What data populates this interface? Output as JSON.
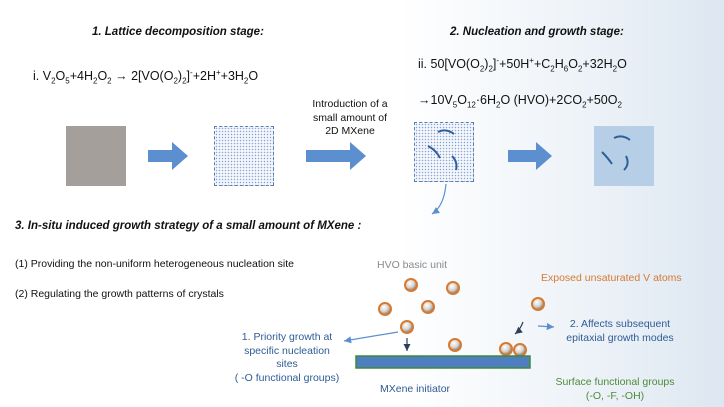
{
  "stage1": {
    "title": "1. Lattice decomposition stage:"
  },
  "stage2": {
    "title": "2. Nucleation and growth stage:"
  },
  "intro_note": [
    "Introduction of a",
    "small amount of",
    "2D MXene"
  ],
  "section3": {
    "title": "3. In-situ induced growth strategy of a small amount of MXene :",
    "point1": "(1) Providing the non-uniform heterogeneous nucleation site",
    "point2": "(2) Regulating the growth patterns of crystals"
  },
  "labels": {
    "hvo_basic_unit": "HVO basic unit",
    "exposed_v_atoms": "Exposed unsaturated V atoms",
    "priority_growth": [
      "1. Priority growth at",
      "specific nucleation sites",
      "( -O functional groups)"
    ],
    "affects_growth": [
      "2. Affects subsequent",
      "epitaxial growth modes"
    ],
    "mxene_initiator": "MXene initiator",
    "surface_groups": [
      "Surface functional groups",
      "(-O, -F, -OH)"
    ]
  },
  "colors": {
    "arrow_blue": "#5b8fcf",
    "mxene_bar": "#4f7fc0",
    "mxene_border": "#3f8a3a",
    "sphere_orange": "#d77a31",
    "label_blue": "#2e5c95",
    "label_green": "#4d8c3a",
    "label_orange": "#d77a31",
    "label_gray": "#8a8a8a"
  }
}
